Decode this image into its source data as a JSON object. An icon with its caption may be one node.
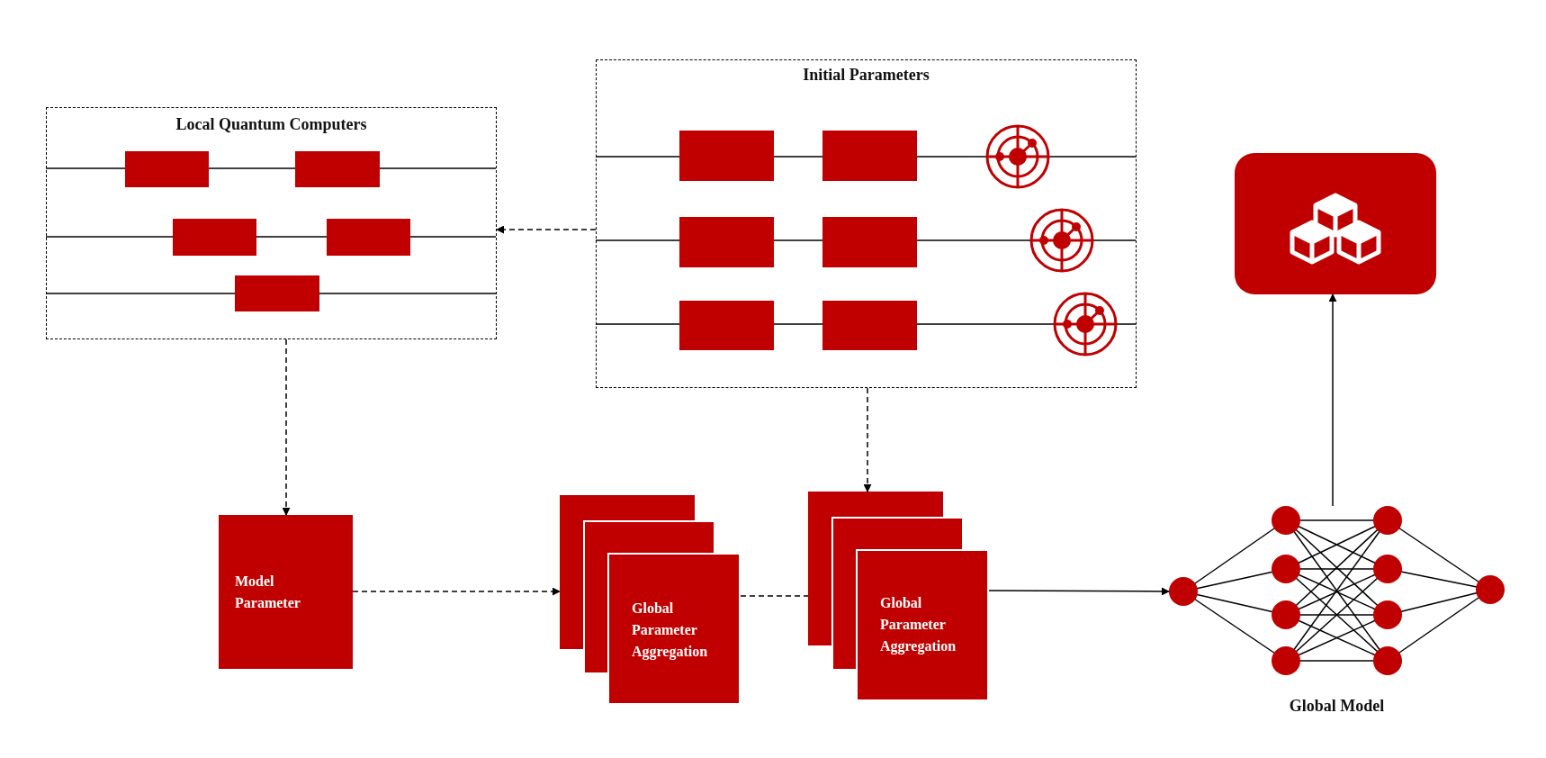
{
  "diagram": {
    "nodes": [
      {
        "text": [
          "Local Quantum Computers"
        ]
      },
      {
        "text": [
          "Initial Parameters"
        ]
      },
      {
        "text": [],
        "shape": "box"
      },
      {
        "text": [
          "Model Parameter"
        ]
      },
      {
        "text": [
          "Global Parameter Aggregation"
        ]
      },
      {
        "text": [
          "Global Parameter Aggregation"
        ]
      },
      {
        "text": [
          "Global Model"
        ]
      }
    ],
    "edges": [
      {
        "from": 1,
        "to": 0,
        "arrow": "to",
        "style": "dashed"
      },
      {
        "from": 0,
        "to": 3,
        "arrow": "to",
        "style": "dashed"
      },
      {
        "from": 1,
        "to": 5,
        "arrow": "to",
        "style": "dashed"
      },
      {
        "from": 3,
        "to": 4,
        "arrow": "to",
        "style": "dashed"
      },
      {
        "from": 4,
        "to": 5,
        "arrow": "none",
        "style": "dashed"
      },
      {
        "from": 5,
        "to": 6,
        "arrow": "to"
      },
      {
        "from": 6,
        "to": 2,
        "arrow": "to"
      }
    ]
  }
}
